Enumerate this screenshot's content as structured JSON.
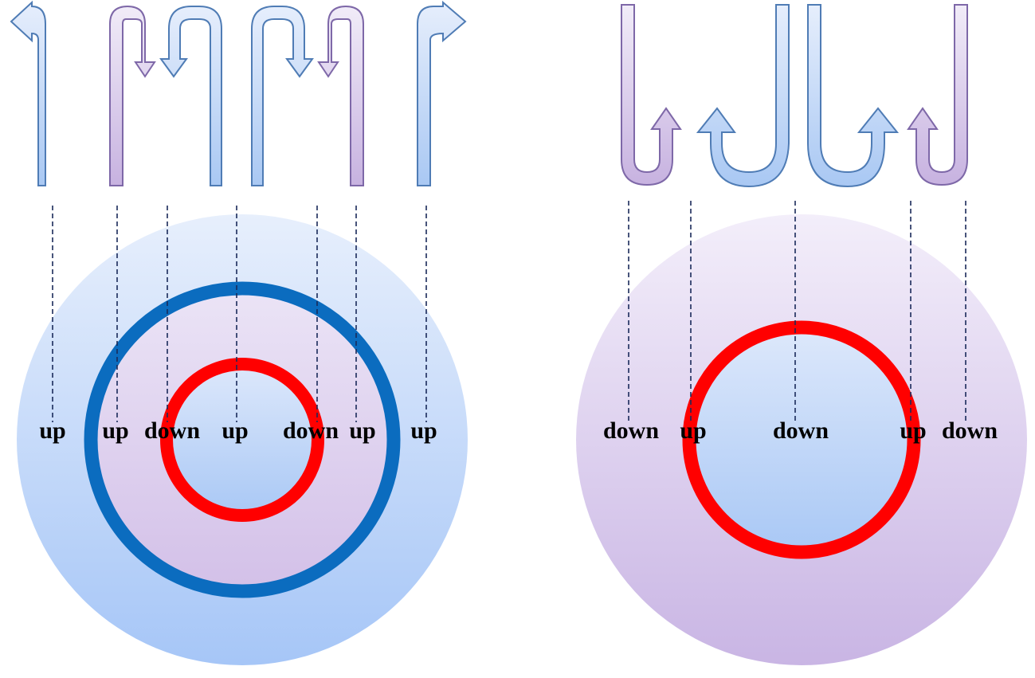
{
  "colors": {
    "blue_arrow_fill_top": "#e6eefc",
    "blue_arrow_fill_bottom": "#a9c8f3",
    "blue_arrow_stroke": "#4f7cb5",
    "purple_arrow_fill_top": "#f1ecf8",
    "purple_arrow_fill_bottom": "#c7b2e0",
    "purple_arrow_stroke": "#7e68a8",
    "blue_ring": "#0b6cbf",
    "red_ring": "#ff0000",
    "dash_line": "#1a2a5a",
    "blue_disk_top": "#e7effc",
    "blue_disk_bottom": "#a6c6f7",
    "purple_disk_top": "#f3eefa",
    "purple_disk_bottom": "#c9b5e4"
  },
  "left_panel": {
    "labels": [
      "up",
      "up",
      "down",
      "up",
      "down",
      "up",
      "up"
    ]
  },
  "right_panel": {
    "labels": [
      "down",
      "up",
      "down",
      "up",
      "down"
    ]
  }
}
